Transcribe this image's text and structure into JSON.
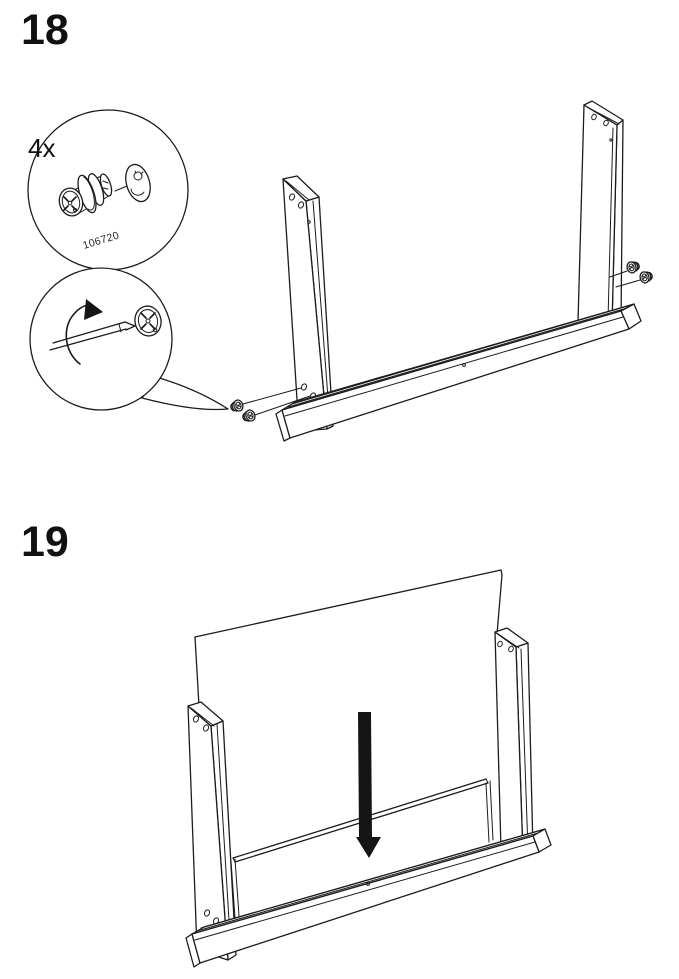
{
  "page": {
    "background_color": "#ffffff",
    "line_color": "#1c1c1c",
    "arrow_color": "#151515"
  },
  "steps": [
    {
      "number": "18",
      "parts_callout": {
        "quantity": "4x",
        "part_number": "106720"
      },
      "action": "turn-cam-lock-clockwise-with-screwdriver"
    },
    {
      "number": "19",
      "action": "slide-back-panel-down"
    }
  ]
}
